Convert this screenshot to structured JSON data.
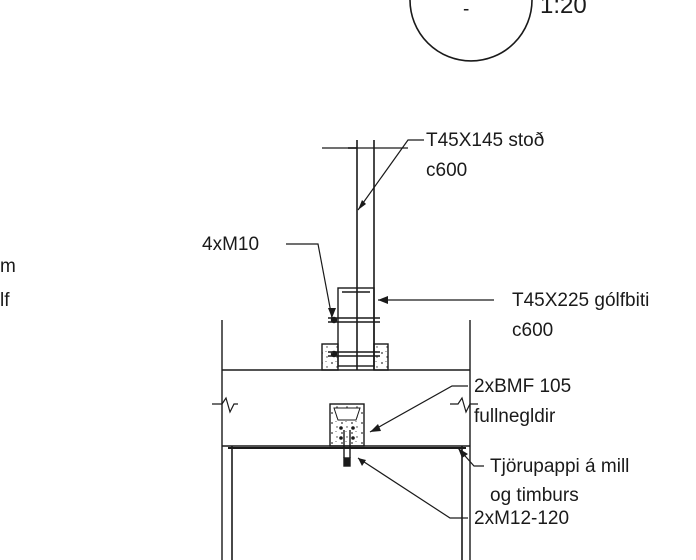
{
  "header": {
    "dash": "-",
    "scale": "1:20"
  },
  "side_fragments": {
    "line1": "m",
    "line2": "lf"
  },
  "labels": {
    "stud": {
      "line1": "T45X145 stoð",
      "line2": "c600"
    },
    "bolts_top": {
      "line1": "4xM10"
    },
    "joist": {
      "line1": "T45X225 gólfbiti",
      "line2": "c600"
    },
    "brackets": {
      "line1": "2xBMF 105",
      "line2": "fullnegldir"
    },
    "tar_paper": {
      "line1": "Tjörupappi á mill",
      "line2": "og timburs"
    },
    "anchor_bolts": {
      "line1": "2xM12-120"
    }
  }
}
